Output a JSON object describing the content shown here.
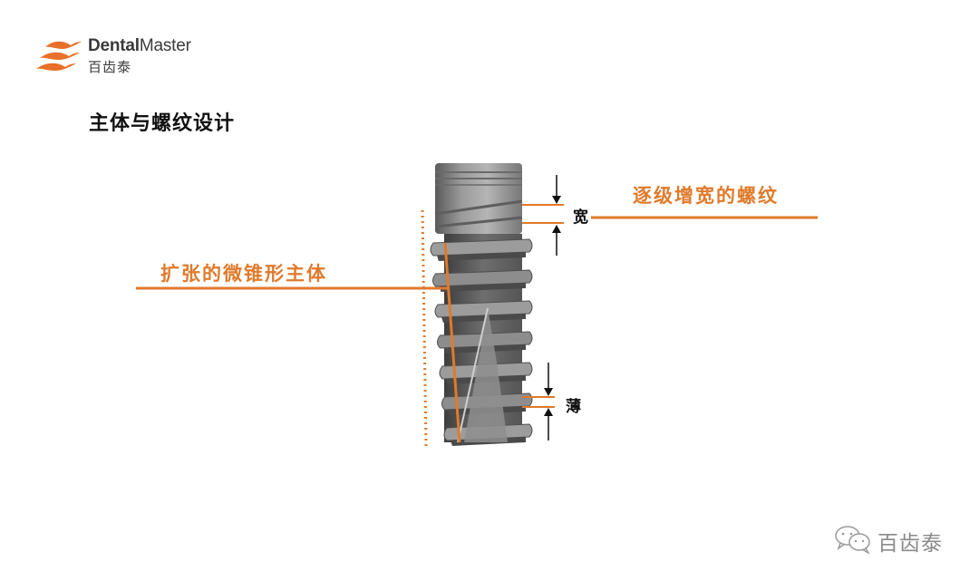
{
  "brand": {
    "name_en_bold": "Dental",
    "name_en_regular": "Master",
    "name_cn": "百齿泰",
    "logo_icon": "wave-stripes-icon",
    "accent_color": "#e8702a"
  },
  "slide": {
    "title": "主体与螺纹设计"
  },
  "annotations": {
    "thread_label": "逐级增宽的螺纹",
    "body_label": "扩张的微锥形主体",
    "wide_mark": "宽",
    "thin_mark": "薄",
    "line_color": "#e07a2c",
    "arrow_color": "#111111"
  },
  "illustration": {
    "subject": "dental-implant",
    "metal_color": "#8c8c8c"
  },
  "watermark": {
    "icon": "wechat-icon",
    "text": "百齿泰"
  }
}
